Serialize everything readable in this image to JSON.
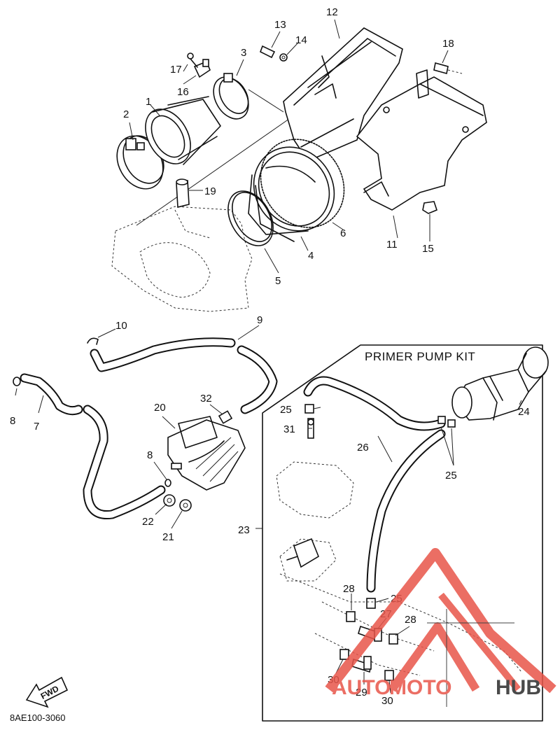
{
  "diagram": {
    "kit_title": "PRIMER PUMP KIT",
    "figure_code": "8AE100-3060",
    "fwd_label": "FWD",
    "watermark": {
      "part1": "AUTO",
      "part2": "MOTO",
      "part3": "HUB",
      "color_primary": "#e8554a",
      "color_secondary": "#2b2b2b"
    },
    "callouts": [
      "1",
      "2",
      "3",
      "4",
      "5",
      "6",
      "8",
      "8",
      "9",
      "10",
      "11",
      "12",
      "13",
      "14",
      "15",
      "16",
      "17",
      "18",
      "19",
      "20",
      "21",
      "22",
      "23",
      "24",
      "25",
      "25",
      "25",
      "26",
      "27",
      "28",
      "28",
      "29",
      "30",
      "30",
      "31",
      "32"
    ]
  }
}
